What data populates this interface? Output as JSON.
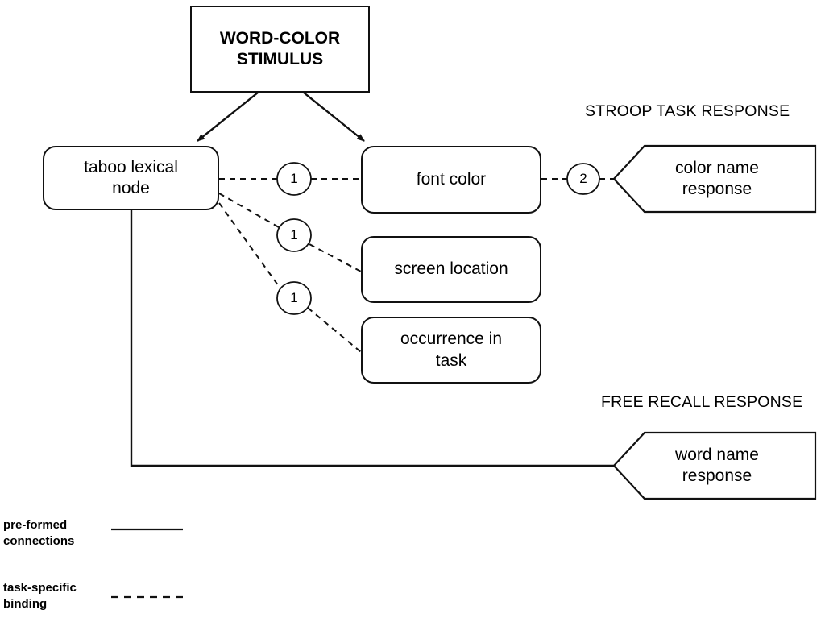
{
  "diagram": {
    "title_stimulus": "WORD-COLOR\nSTIMULUS",
    "nodes": {
      "stimulus": "WORD-COLOR STIMULUS",
      "taboo": "taboo lexical node",
      "font_color": "font color",
      "screen_location": "screen location",
      "occurrence": "occurrence in task",
      "color_name_response": "color name response",
      "word_name_response": "word name response"
    },
    "node_lines": {
      "stimulus": [
        "WORD-COLOR",
        "STIMULUS"
      ],
      "taboo": [
        "taboo lexical",
        "node"
      ],
      "font_color": [
        "font color"
      ],
      "screen_location": [
        "screen location"
      ],
      "occurrence": [
        "occurrence in",
        "task"
      ],
      "color_name_response": [
        "color name",
        "response"
      ],
      "word_name_response": [
        "word name",
        "response"
      ]
    },
    "section_titles": {
      "stroop": "STROOP TASK RESPONSE",
      "free_recall": "FREE RECALL RESPONSE"
    },
    "badges": [
      {
        "id": "badge-font-color",
        "label": "1"
      },
      {
        "id": "badge-screen-location",
        "label": "1"
      },
      {
        "id": "badge-occurrence",
        "label": "1"
      },
      {
        "id": "badge-color-response",
        "label": "2"
      }
    ],
    "legend": [
      {
        "id": "pre-formed",
        "lines": [
          "pre-formed",
          "connections"
        ],
        "style": "solid"
      },
      {
        "id": "task-specific",
        "lines": [
          "task-specific",
          "binding"
        ],
        "style": "dashed"
      }
    ],
    "colors": {
      "stroke": "#111111",
      "background": "#ffffff",
      "text": "#000000"
    }
  }
}
